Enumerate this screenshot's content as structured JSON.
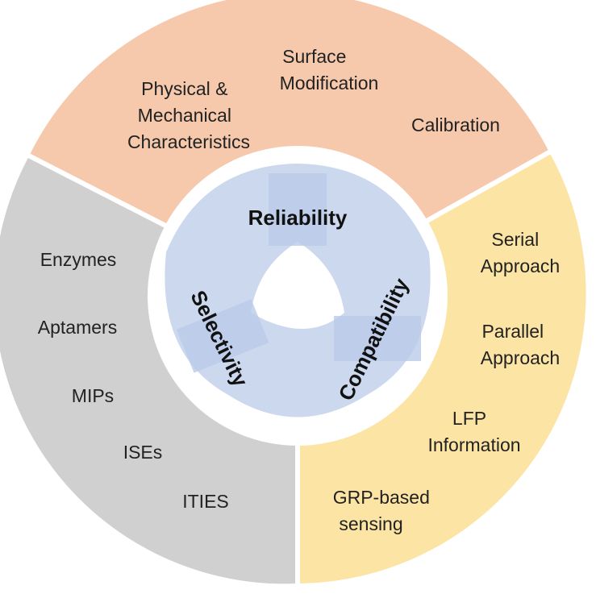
{
  "colors": {
    "reliability_segment": "#f6c9ad",
    "compatibility_segment": "#fce4a4",
    "selectivity_segment": "#d0d0d0",
    "inner_disc": "#ffffff",
    "core_shape": "#ccd8ee",
    "core_overlay": "#b9cae9"
  },
  "segments": {
    "reliability": {
      "title": "Reliability",
      "items": [
        [
          "Surface",
          "Modification"
        ],
        [
          "Physical &",
          "Mechanical",
          "Characteristics"
        ],
        [
          "Calibration"
        ]
      ]
    },
    "compatibility": {
      "title": "Compatibility",
      "items": [
        [
          "Serial",
          "Approach"
        ],
        [
          "Parallel",
          "Approach"
        ],
        [
          "LFP",
          "Information"
        ],
        [
          "GRP-based",
          "sensing"
        ]
      ]
    },
    "selectivity": {
      "title": "Selectivity",
      "items": [
        [
          "Enzymes"
        ],
        [
          "Aptamers"
        ],
        [
          "MIPs"
        ],
        [
          "ISEs"
        ],
        [
          "ITIES"
        ]
      ]
    }
  }
}
